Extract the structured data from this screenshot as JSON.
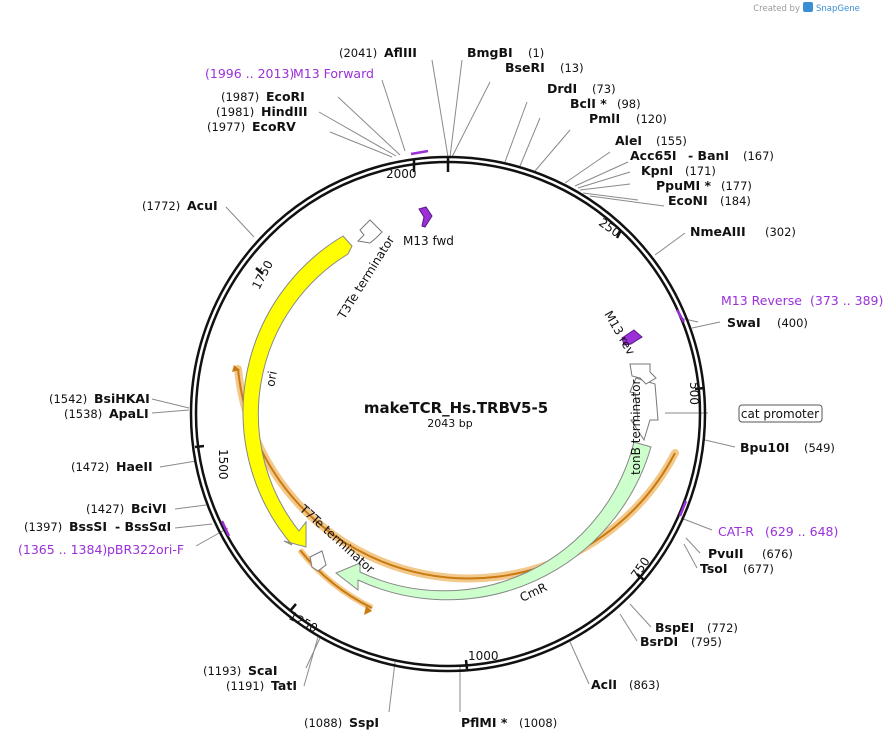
{
  "plasmid": {
    "name": "makeTCR_Hs.TRBV5-5",
    "length_label": "2043 bp",
    "length": 2043
  },
  "branding": {
    "created_by": "Created by",
    "brand": "SnapGene"
  },
  "ticks": [
    "2000",
    "250",
    "500",
    "750",
    "1000",
    "1250",
    "1500",
    "1750"
  ],
  "sites": [
    {
      "name": "AflIII",
      "pos": "(2041)",
      "name_left": true
    },
    {
      "name": "BmgBI",
      "pos": "(1)"
    },
    {
      "name": "BseRI",
      "pos": "(13)"
    },
    {
      "name": "DrdI",
      "pos": "(73)"
    },
    {
      "name": "BclI *",
      "pos": "(98)"
    },
    {
      "name": "PmlI",
      "pos": "(120)"
    },
    {
      "name": "AleI",
      "pos": "(155)"
    },
    {
      "name": "Acc65I",
      "pos": ""
    },
    {
      "name": "- BanI",
      "pos": "(167)"
    },
    {
      "name": "KpnI",
      "pos": "(171)"
    },
    {
      "name": "PpuMI *",
      "pos": "(177)"
    },
    {
      "name": "EcoNI",
      "pos": "(184)"
    },
    {
      "name": "NmeAIII",
      "pos": "(302)"
    },
    {
      "name": "SwaI",
      "pos": "(400)"
    },
    {
      "name": "Bpu10I",
      "pos": "(549)"
    },
    {
      "name": "PvuII",
      "pos": "(676)"
    },
    {
      "name": "TsoI",
      "pos": "(677)"
    },
    {
      "name": "BspEI",
      "pos": "(772)"
    },
    {
      "name": "BsrDI",
      "pos": "(795)"
    },
    {
      "name": "AclI",
      "pos": "(863)"
    },
    {
      "name": "PflMI *",
      "pos": "(1008)"
    },
    {
      "name": "SspI",
      "pos": "(1088)"
    },
    {
      "name": "ScaI",
      "pos": "(1193)"
    },
    {
      "name": "TatI",
      "pos": "(1191)"
    },
    {
      "name": "BssSI",
      "pos": "(1397)"
    },
    {
      "name": "- BssSαI",
      "pos": ""
    },
    {
      "name": "BciVI",
      "pos": "(1427)"
    },
    {
      "name": "HaeII",
      "pos": "(1472)"
    },
    {
      "name": "ApaLI",
      "pos": "(1538)"
    },
    {
      "name": "BsiHKAI",
      "pos": "(1542)"
    },
    {
      "name": "AcuI",
      "pos": "(1772)"
    },
    {
      "name": "EcoRV",
      "pos": "(1977)"
    },
    {
      "name": "HindIII",
      "pos": "(1981)"
    },
    {
      "name": "EcoRI",
      "pos": "(1987)"
    }
  ],
  "primers": [
    {
      "name": "M13 Forward",
      "range": "(1996 .. 2013)"
    },
    {
      "name": "M13 Reverse",
      "range": "(373 .. 389)"
    },
    {
      "name": "CAT-R",
      "range": "(629 .. 648)"
    },
    {
      "name": "pBR322ori-F",
      "range": "(1365 .. 1384)"
    }
  ],
  "features": {
    "cat_promoter": "cat promoter",
    "m13_fwd": "M13 fwd",
    "m13_rev": "M13 rev",
    "tonb": "tonB terminator",
    "t3te": "T3Te terminator",
    "t7te": "T7Te terminator",
    "ori": "ori",
    "cmr": "CmR"
  },
  "colors": {
    "backbone": "#111111",
    "primer": "#9b30d9",
    "ori": "#ffff00",
    "cmr": "#ccffcc",
    "orf": "#f3c98b",
    "orf_core": "#c97a10",
    "terminator": "#ffffff"
  }
}
